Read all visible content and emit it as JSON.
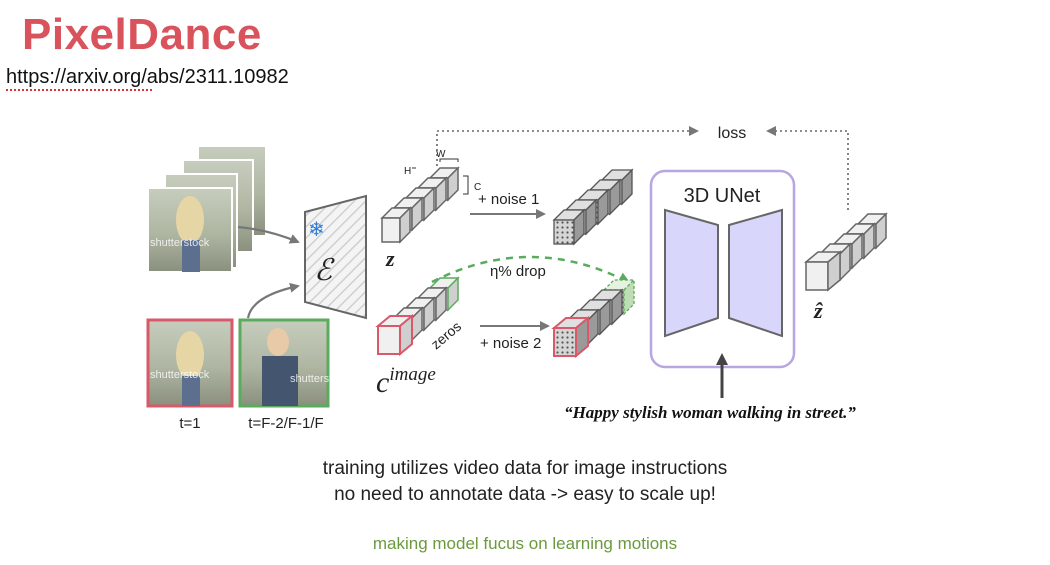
{
  "slide": {
    "title": "PixelDance",
    "url": "https://arxiv.org/abs/2311.10982"
  },
  "diagram": {
    "loss_label": "loss",
    "unet_label": "3D UNet",
    "noise1_label": "+ noise 1",
    "noise2_label": "+ noise 2",
    "drop_label": "η% drop",
    "zeros_label": "zeros",
    "z_label": "z",
    "zhat_label": "ẑ",
    "c_label": "c",
    "c_sup_label": "image",
    "dim_h": "H",
    "dim_w": "W",
    "dim_c": "C",
    "t1_label": "t=1",
    "tf_label": "t=F-2/F-1/F",
    "prompt": "“Happy stylish woman walking in street.”",
    "watermark": "shutterstock",
    "encoder_symbol": "ℰ",
    "colors": {
      "pink": "#d9596a",
      "green": "#5aab5e",
      "unet_border": "#b7a6e0",
      "unet_fill": "#d9d6fb",
      "grey": "#9a9a9a"
    }
  },
  "captions": {
    "line1": "training utilizes video data for image instructions",
    "line2": "no need to annotate data -> easy to scale up!",
    "note": "making model fucus on learning motions"
  }
}
